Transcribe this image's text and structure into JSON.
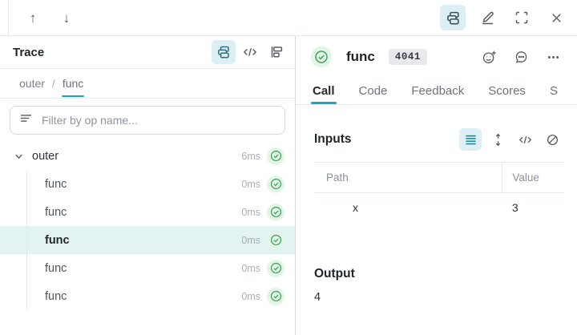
{
  "colors": {
    "accent_teal": "#14a9bd",
    "accent_teal_bg": "#dbeff5",
    "selected_row_bg": "#e2f3f2",
    "success_green": "#43a25e",
    "success_green_bg": "#e2f5e6"
  },
  "topbar": {
    "up_label": "↑",
    "down_label": "↓"
  },
  "trace_panel": {
    "title": "Trace",
    "breadcrumb": {
      "parent": "outer",
      "separator": "/",
      "current": "func"
    },
    "filter": {
      "placeholder": "Filter by op name..."
    },
    "tree": [
      {
        "label": "outer",
        "duration": "6ms",
        "status": "success",
        "expanded": true,
        "selected": false
      },
      {
        "label": "func",
        "duration": "0ms",
        "status": "success",
        "selected": false
      },
      {
        "label": "func",
        "duration": "0ms",
        "status": "success",
        "selected": false
      },
      {
        "label": "func",
        "duration": "0ms",
        "status": "success",
        "selected": true
      },
      {
        "label": "func",
        "duration": "0ms",
        "status": "success",
        "selected": false
      },
      {
        "label": "func",
        "duration": "0ms",
        "status": "success",
        "selected": false
      }
    ]
  },
  "call_panel": {
    "title": "func",
    "badge": "4041",
    "status": "success",
    "tabs": [
      {
        "label": "Call",
        "active": true
      },
      {
        "label": "Code",
        "active": false
      },
      {
        "label": "Feedback",
        "active": false
      },
      {
        "label": "Scores",
        "active": false
      },
      {
        "label": "S",
        "active": false
      }
    ],
    "inputs": {
      "title": "Inputs",
      "table": {
        "columns": [
          "Path",
          "Value"
        ],
        "rows": [
          {
            "path": "x",
            "value": "3"
          }
        ]
      }
    },
    "output": {
      "title": "Output",
      "value": "4"
    }
  }
}
